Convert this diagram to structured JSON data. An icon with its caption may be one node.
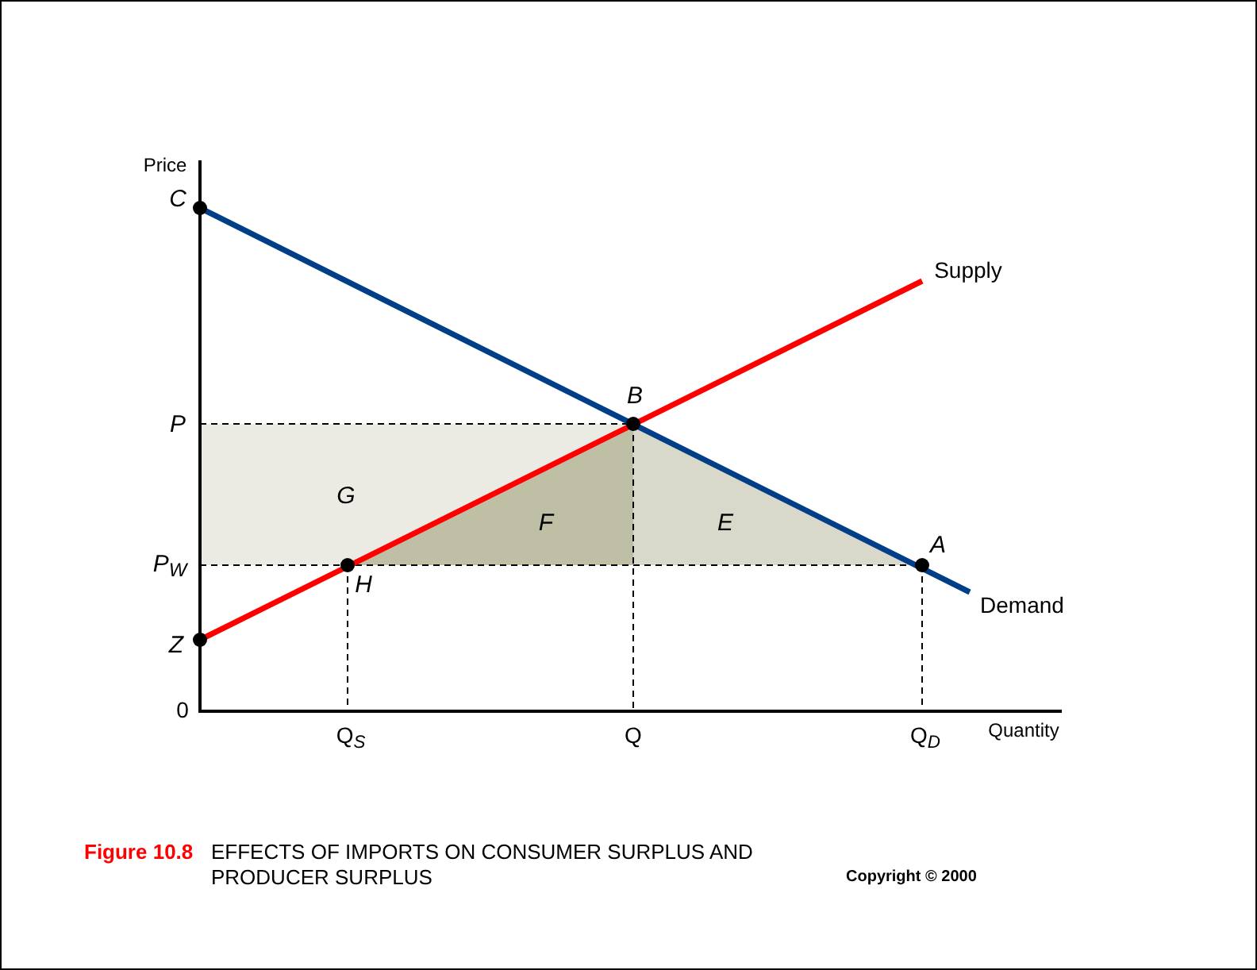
{
  "diagram": {
    "title": "Figure 10.8",
    "caption": "EFFECTS OF IMPORTS ON CONSUMER SURPLUS AND PRODUCER SURPLUS",
    "labels": [
      "Price",
      "C",
      "Supply",
      "B",
      "P",
      "G",
      "F",
      "E",
      "A",
      "P$_{W}$",
      "H",
      "Demand",
      "Z",
      "0",
      "Q$_{S}$",
      "Q",
      "Q$_{D}$",
      "Quantity",
      "Copyright © 2000"
    ]
  }
}
